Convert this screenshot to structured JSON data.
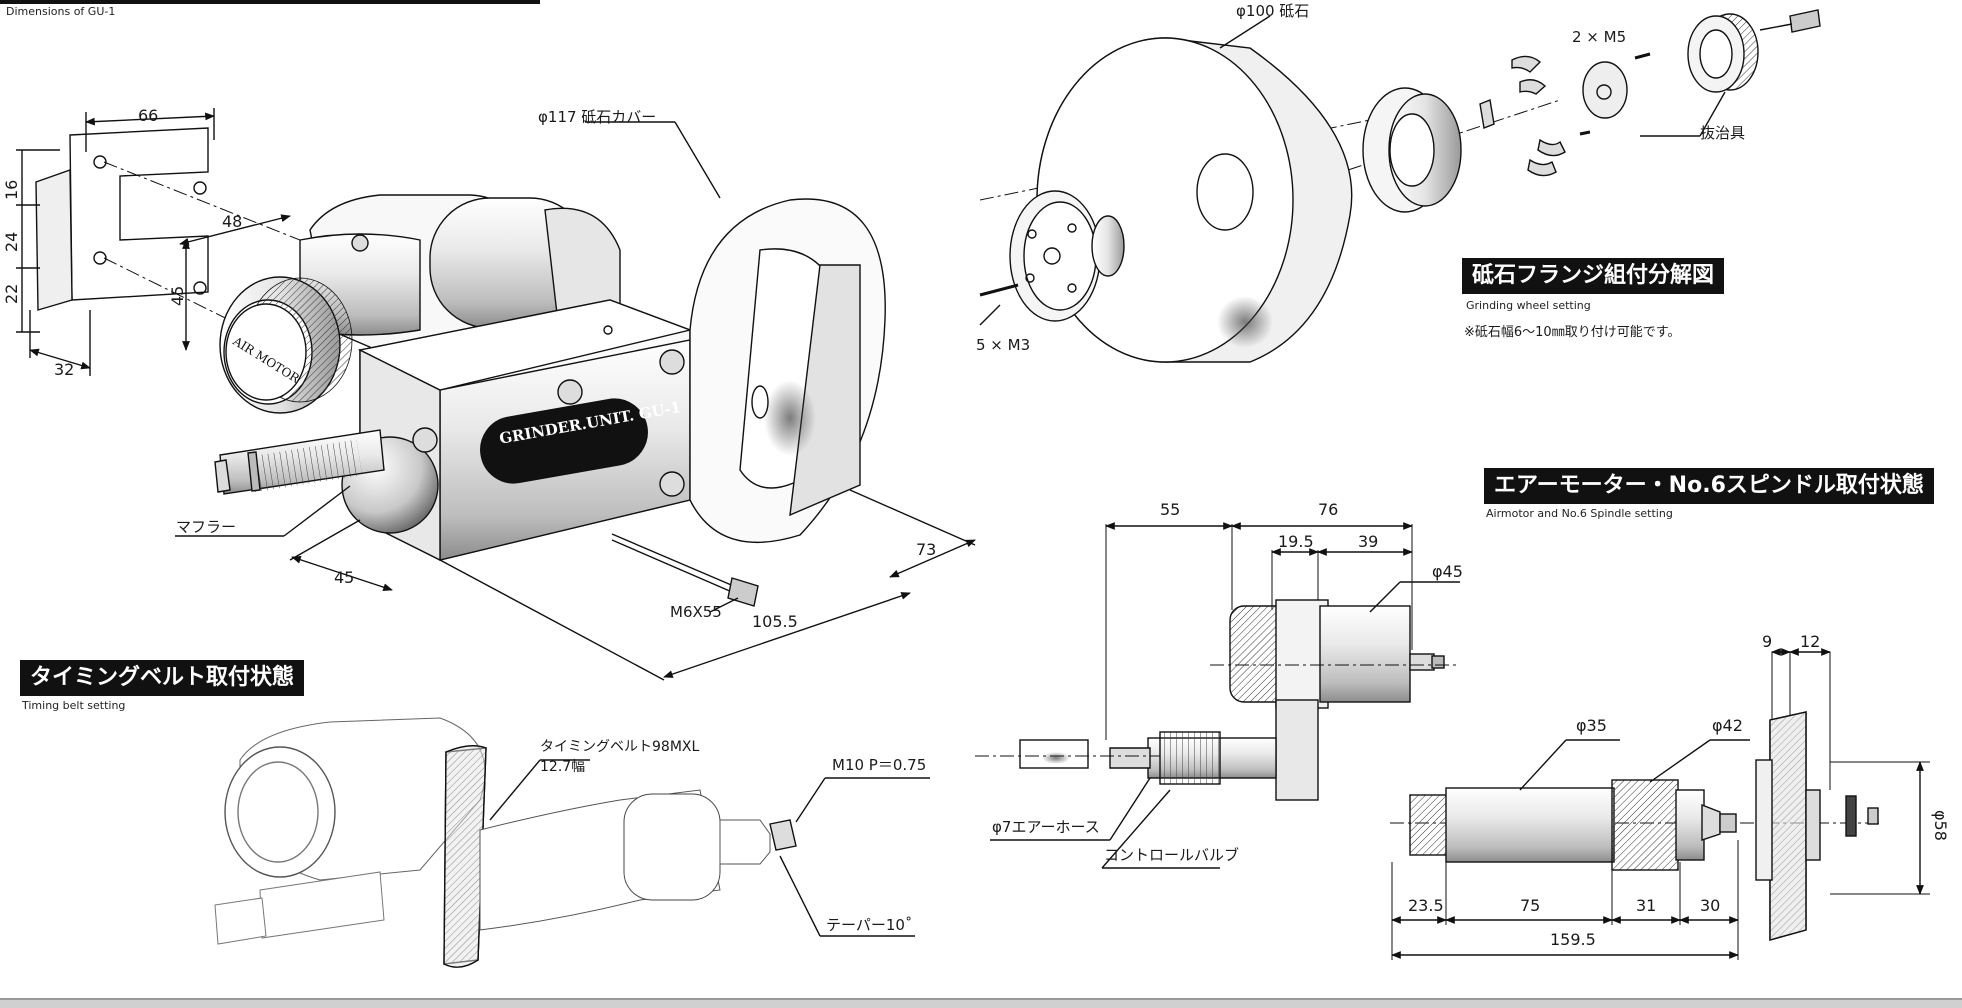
{
  "header": {
    "caption": "Dimensions of GU-1"
  },
  "main_view": {
    "bracket_dims": {
      "width": "66",
      "h16": "16",
      "h24": "24",
      "h22": "22",
      "h45": "45",
      "d48": "48",
      "d32": "32"
    },
    "labels": {
      "cover": "φ117 砥石カバー",
      "muffler": "マフラー",
      "bolt": "M6X55",
      "dim45": "45",
      "dim73": "73",
      "dim105": "105.5"
    },
    "plate_text": "GRINDER.UNIT. GU-1",
    "motor_text": "AIR MOTOR"
  },
  "wheel_setting": {
    "title": "砥石フランジ組付分解図",
    "subtitle": "Grinding wheel setting",
    "note": "※砥石幅6～10㎜取り付け可能です。",
    "labels": {
      "wheel": "φ100 砥石",
      "screw_m5": "2 × M5",
      "puller": "抜治具",
      "screw_m3": "5 × M3"
    }
  },
  "spindle_setting": {
    "title": "エアーモーター・No.6スピンドル取付状態",
    "subtitle": "Airmotor and No.6 Spindle setting",
    "dims": {
      "d55": "55",
      "d76": "76",
      "d19_5": "19.5",
      "d39": "39",
      "phi45": "φ45",
      "phi35": "φ35",
      "phi42": "φ42",
      "d9": "9",
      "d12": "12",
      "phi58": "φ58",
      "d23_5": "23.5",
      "d75": "75",
      "d31": "31",
      "d30": "30",
      "d159_5": "159.5"
    },
    "labels": {
      "hose": "φ7エアーホース",
      "valve": "コントロールバルブ"
    }
  },
  "belt_setting": {
    "title": "タイミングベルト取付状態",
    "subtitle": "Timing belt setting",
    "labels": {
      "belt_line1": "タイミングベルト98MXL",
      "belt_line2": "12.7幅",
      "thread": "M10 P＝0.75",
      "taper": "テーパー10˚"
    }
  }
}
